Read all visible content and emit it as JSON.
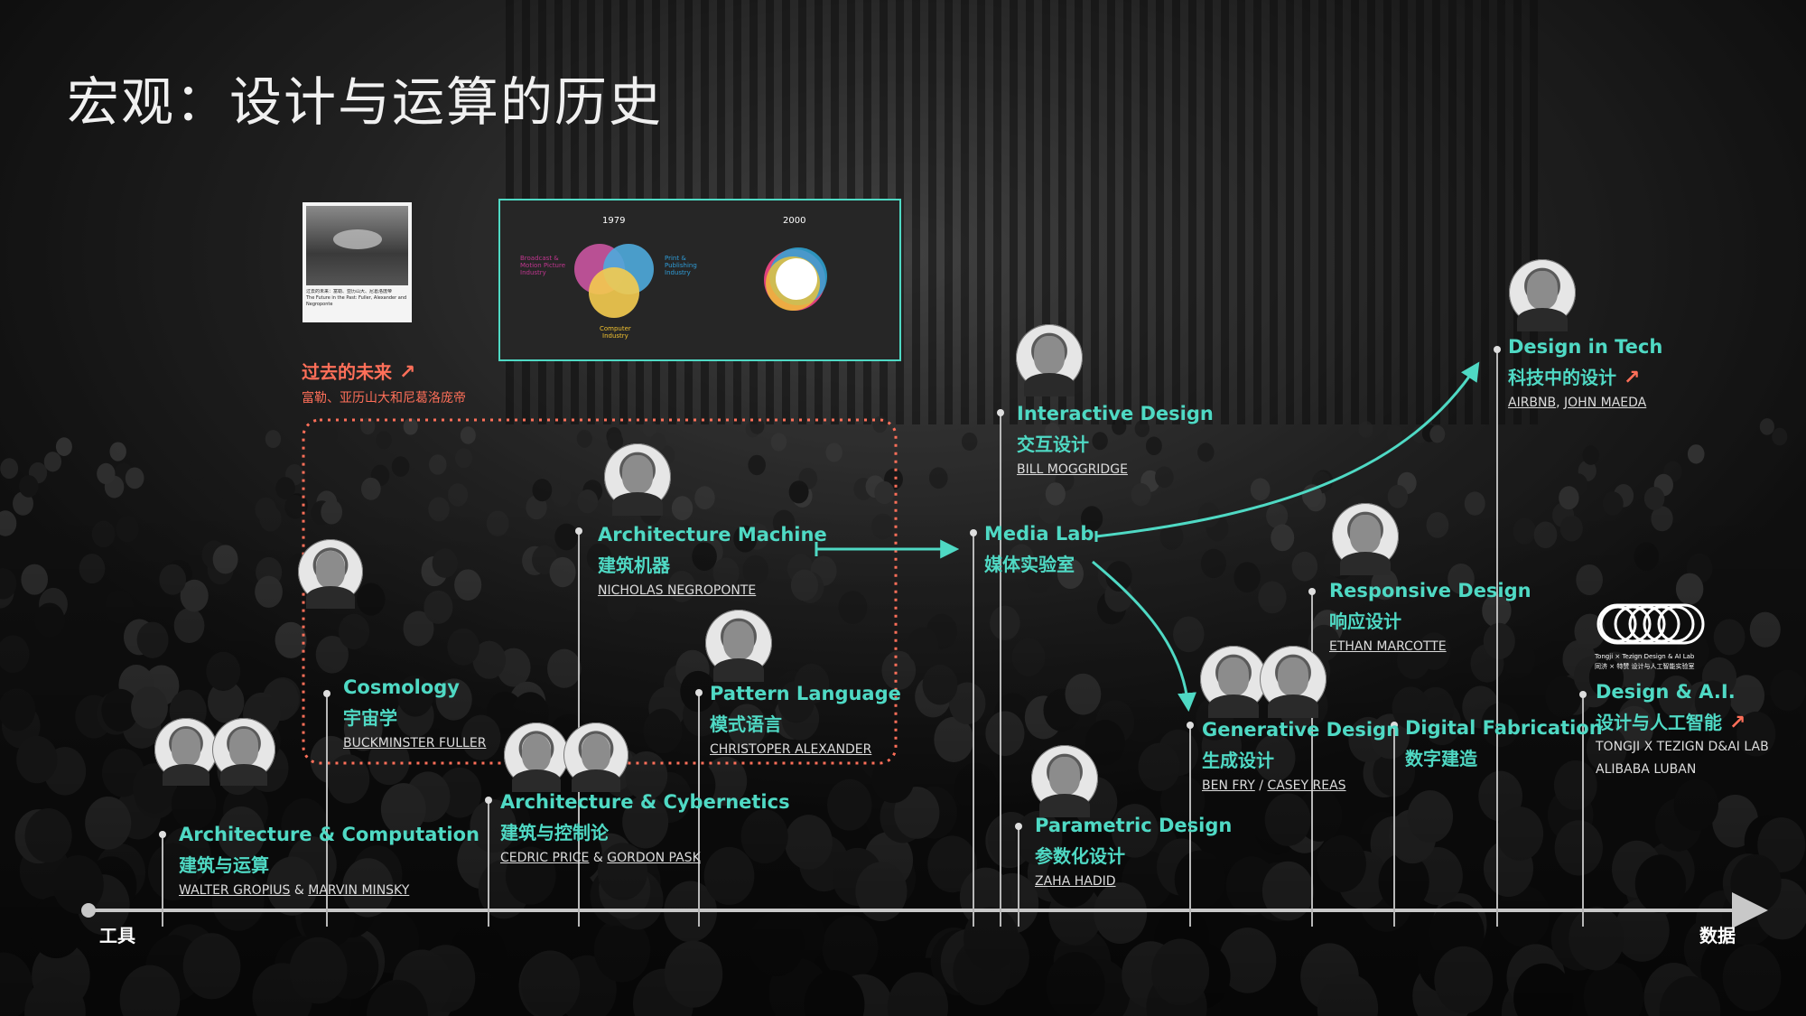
{
  "slide": {
    "title": "宏观：设计与运算的历史"
  },
  "axis": {
    "left_label": "工具",
    "right_label": "数据"
  },
  "colors": {
    "accent": "#4fd9c4",
    "highlight": "#ff6f59",
    "background": "#1b1b1b",
    "text": "#ffffff"
  },
  "past_future": {
    "title": "过去的未来",
    "subtitle": "富勒、亚历山大和尼葛洛庞帝",
    "icon": "arrow-up-right-icon",
    "book_caption": "过去的未来：富勒、亚历山大、尼葛洛庞帝\nThe Future in the Past: Fuller, Alexander and Negroponte"
  },
  "venn_card": {
    "year_left": "1979",
    "year_right": "2000",
    "label_broadcast": "Broadcast &\nMotion Picture\nIndustry",
    "label_print": "Print &\nPublishing\nIndustry",
    "label_computer": "Computer\nIndustry"
  },
  "entries": [
    {
      "id": "architecture-computation",
      "en": "Architecture & Computation",
      "cn": "建筑与运算",
      "names": [
        "WALTER GROPIUS",
        "MARVIN MINSKY"
      ],
      "sep": " & "
    },
    {
      "id": "cosmology",
      "en": "Cosmology",
      "cn": "宇宙学",
      "names": [
        "BUCKMINSTER FULLER"
      ]
    },
    {
      "id": "architecture-cybernetics",
      "en": "Architecture & Cybernetics",
      "cn": "建筑与控制论",
      "names": [
        "CEDRIC PRICE",
        "GORDON PASK"
      ],
      "sep": " & "
    },
    {
      "id": "architecture-machine",
      "en": "Architecture Machine",
      "cn": "建筑机器",
      "names": [
        "NICHOLAS NEGROPONTE"
      ]
    },
    {
      "id": "pattern-language",
      "en": "Pattern Language",
      "cn": "模式语言",
      "names": [
        "CHRISTOPER ALEXANDER"
      ]
    },
    {
      "id": "media-lab",
      "en": "Media Lab",
      "cn": "媒体实验室",
      "names": []
    },
    {
      "id": "interactive-design",
      "en": "Interactive Design",
      "cn": "交互设计",
      "names": [
        "BILL MOGGRIDGE"
      ]
    },
    {
      "id": "parametric-design",
      "en": "Parametric Design",
      "cn": "参数化设计",
      "names": [
        "ZAHA HADID"
      ]
    },
    {
      "id": "generative-design",
      "en": "Generative Design",
      "cn": "生成设计",
      "names": [
        "BEN FRY",
        "CASEY REAS"
      ],
      "sep": " / "
    },
    {
      "id": "responsive-design",
      "en": "Responsive Design",
      "cn": "响应设计",
      "names": [
        "ETHAN MARCOTTE"
      ]
    },
    {
      "id": "digital-fabrication",
      "en": "Digital Fabrication",
      "cn": "数字建造",
      "names": []
    },
    {
      "id": "design-in-tech",
      "en": "Design in Tech",
      "cn": "科技中的设计",
      "names": [
        "AIRBNB",
        "JOHN MAEDA"
      ],
      "sep": ", ",
      "icon": "arrow-up-right-icon"
    },
    {
      "id": "design-ai",
      "en": "Design & A.I.",
      "cn": "设计与人工智能",
      "names_plain": [
        "TONGJI X TEZIGN D&AI LAB",
        "ALIBABA LUBAN"
      ],
      "icon": "arrow-up-right-icon"
    }
  ],
  "lab_logo": {
    "line1": "Tongji × Tezign Design & AI Lab",
    "line2": "同济 × 特赞 设计与人工智能实验室"
  }
}
